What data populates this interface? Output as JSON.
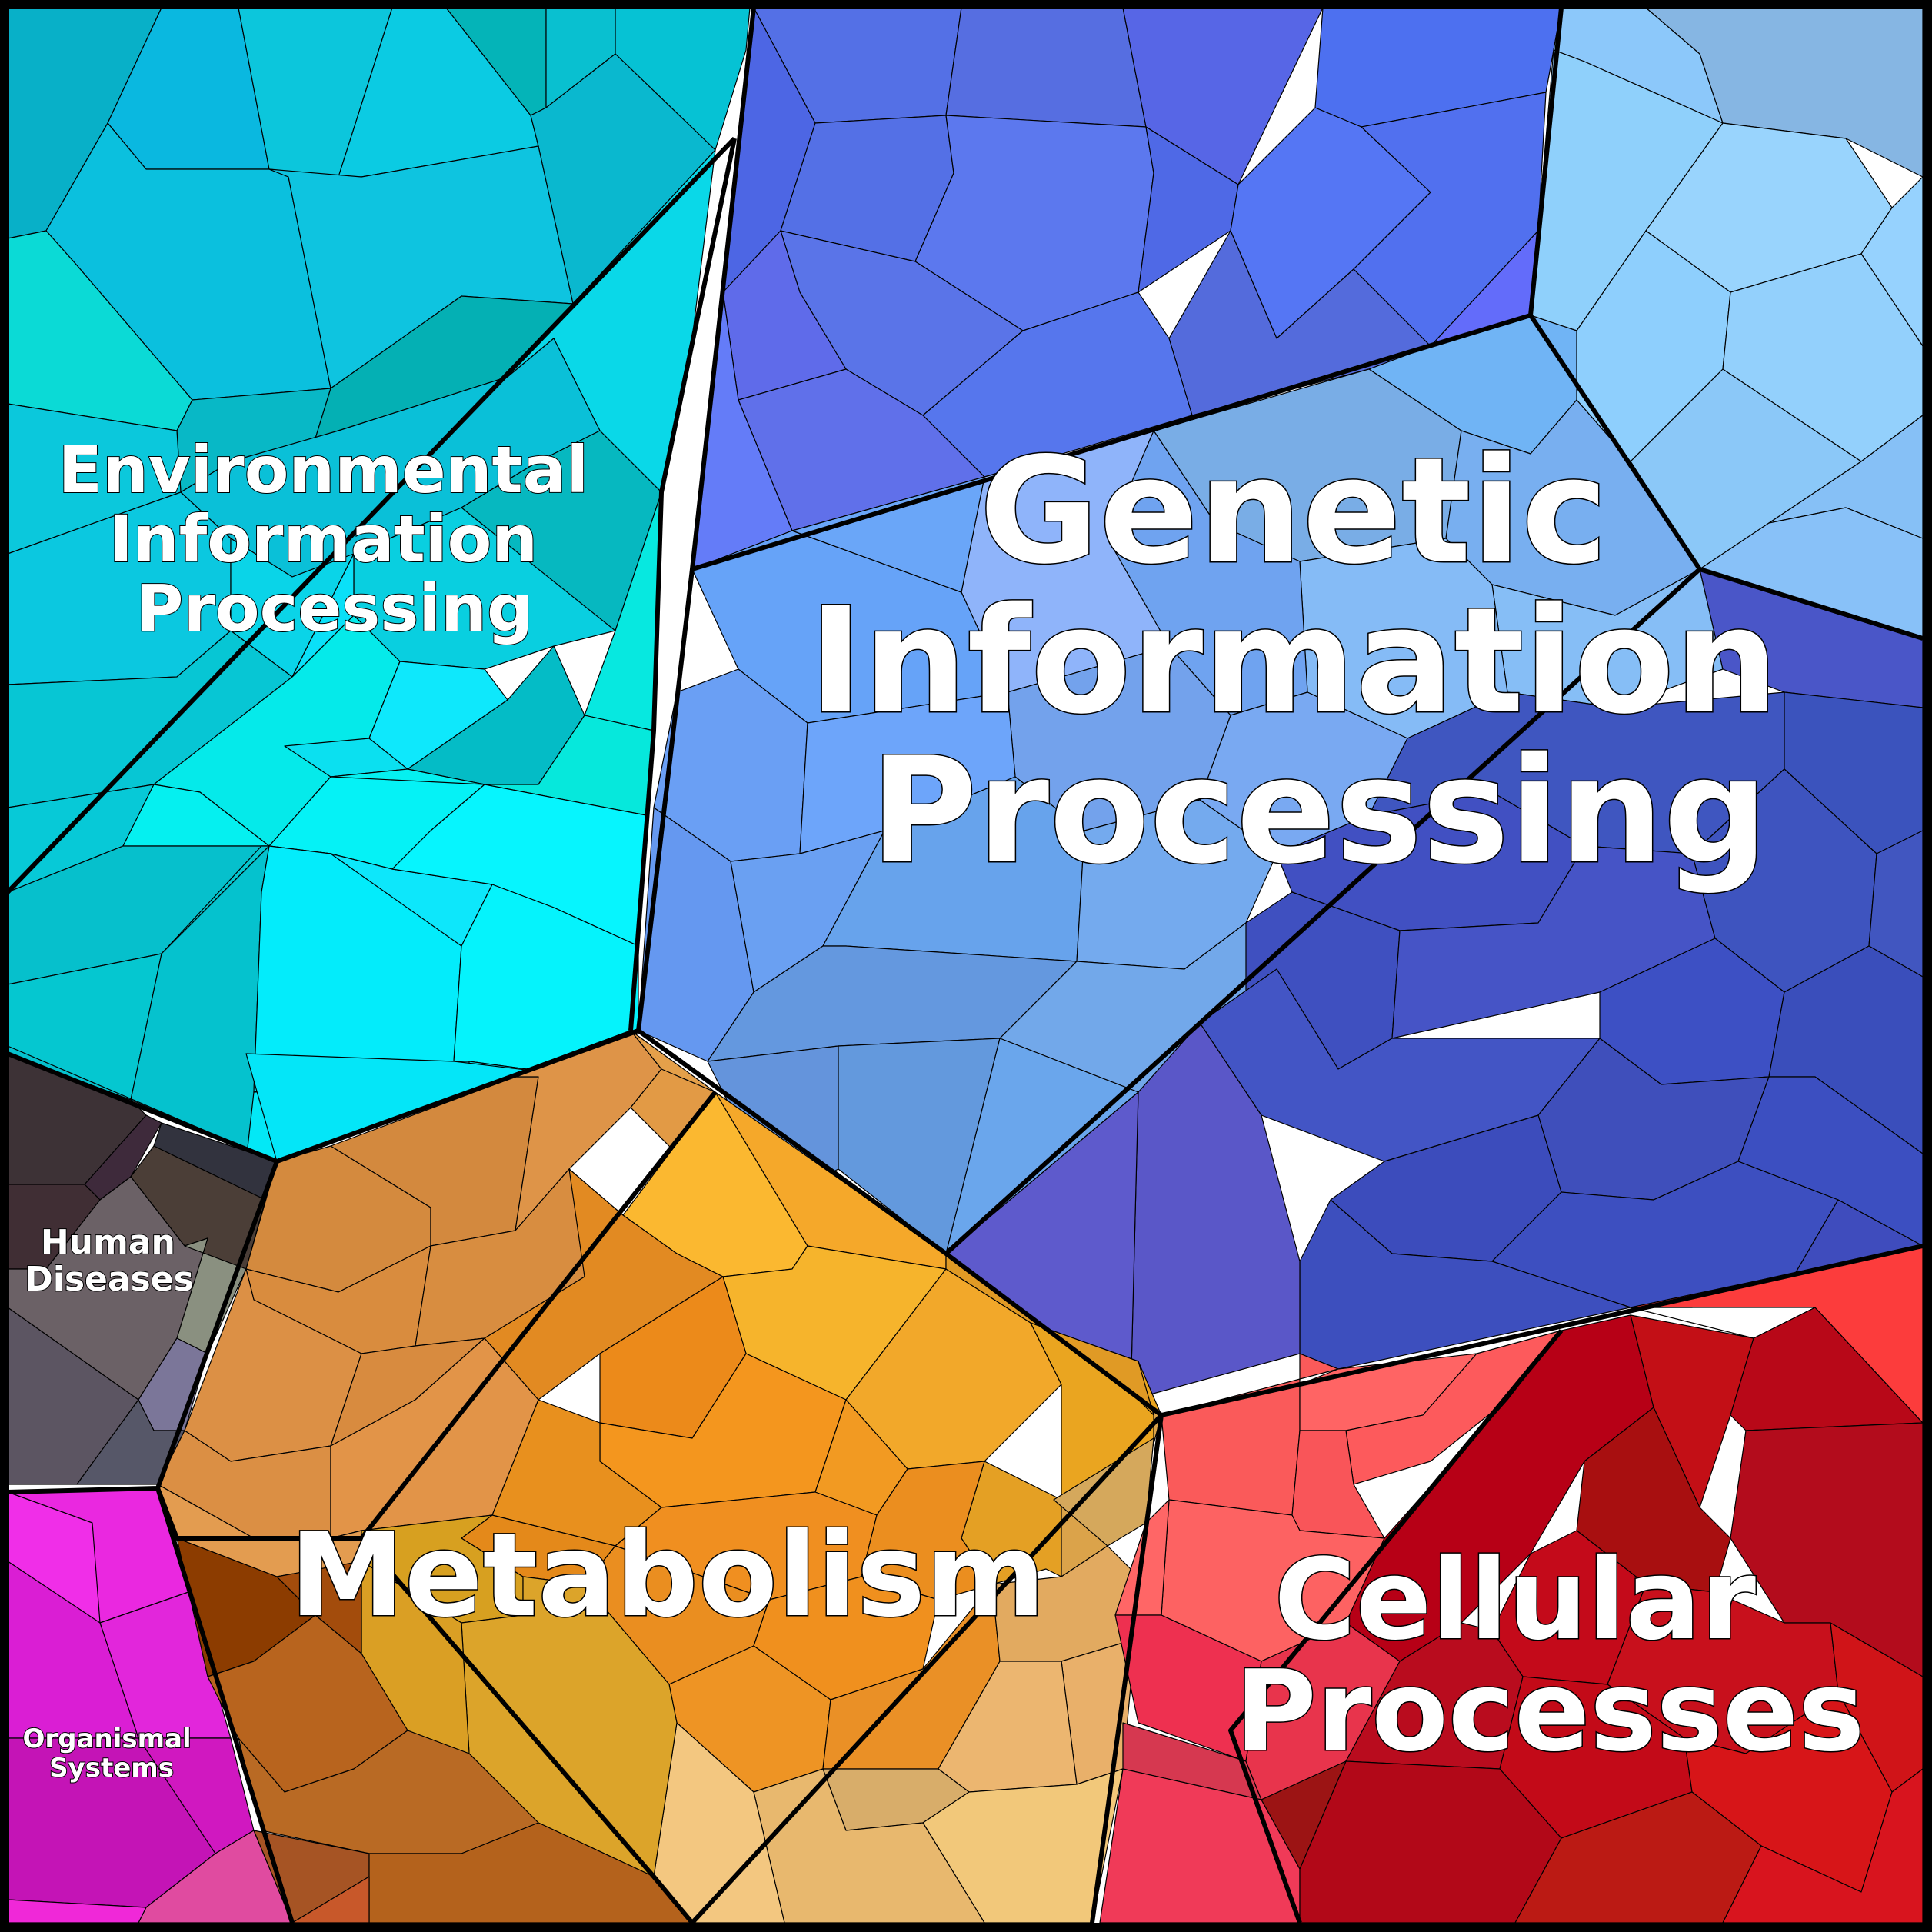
{
  "title": "",
  "categories": [
    {
      "key": "genetic",
      "lines": [
        "Genetic",
        "Information",
        "Processing"
      ],
      "color": "#5a7fe6"
    },
    {
      "key": "environmental",
      "lines": [
        "Environmental",
        "Information",
        "Processing"
      ],
      "color": "#0cc8e0"
    },
    {
      "key": "metabolism",
      "lines": [
        "Metabolism"
      ],
      "color": "#e89a2a"
    },
    {
      "key": "cellular",
      "lines": [
        "Cellular",
        "Processes"
      ],
      "color": "#d0151f"
    },
    {
      "key": "human",
      "lines": [
        "Human",
        "Diseases"
      ],
      "color": "#5e5560"
    },
    {
      "key": "organismal",
      "lines": [
        "Organismal",
        "Systems"
      ],
      "color": "#d81ecf"
    }
  ],
  "palette": {
    "genetic": [
      "#5470e6",
      "#4f67df",
      "#6272ea",
      "#5a85f0",
      "#86c6fb",
      "#8fd0fb",
      "#73a4f0",
      "#6aa6f8",
      "#8db0fb",
      "#3e55c4",
      "#4450bf",
      "#5a57c8",
      "#6a9fe6"
    ],
    "environmental": [
      "#0ab8d8",
      "#0bcbe0",
      "#08c0cf",
      "#0bdae6",
      "#0ef0fc",
      "#09d6d0",
      "#04a9b4",
      "#0adee9"
    ],
    "metabolism": [
      "#d48a3e",
      "#e4a04a",
      "#f4961e",
      "#fbb830",
      "#eaa520",
      "#d9a050",
      "#f2c87a",
      "#b8641e",
      "#8c3c00",
      "#d7a020",
      "#e88a20"
    ],
    "cellular": [
      "#fa5a5a",
      "#ff6a6a",
      "#b70016",
      "#c51515",
      "#d81a1a",
      "#ee3050",
      "#a80f10"
    ],
    "human": [
      "#3d3135",
      "#4b3d36",
      "#6c6268",
      "#5f5866",
      "#7c7898",
      "#8f9280",
      "#3e2a36"
    ],
    "organismal": [
      "#ea28e0",
      "#d816d4",
      "#c010b0",
      "#e04ba0",
      "#f020b0"
    ]
  }
}
